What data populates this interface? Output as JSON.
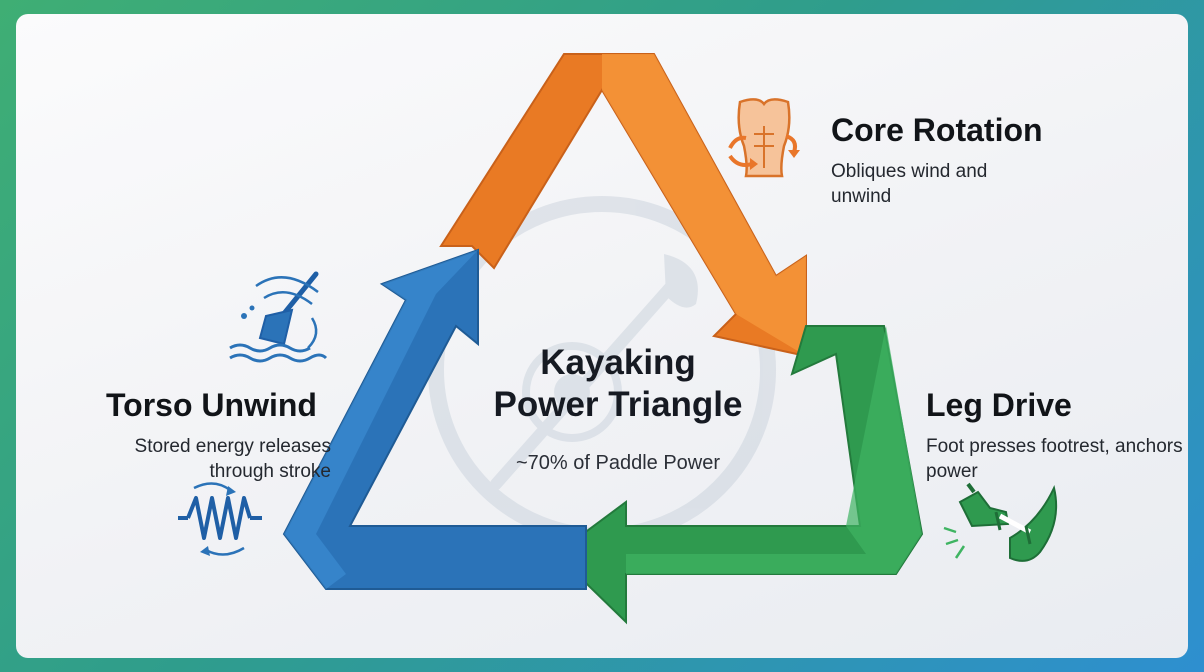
{
  "center": {
    "title_line1": "Kayaking",
    "title_line2": "Power Triangle",
    "subtitle": "~70% of Paddle Power"
  },
  "labels": {
    "core": {
      "title": "Core Rotation",
      "desc": "Obliques wind and unwind",
      "icon": "torso-rotation-icon",
      "color": "#ef8a2e"
    },
    "leg": {
      "title": "Leg Drive",
      "desc": "Foot presses footrest, anchors power",
      "icon": "foot-press-icon",
      "color": "#2f9a4f"
    },
    "torso": {
      "title": "Torso Unwind",
      "desc": "Stored energy releases through stroke",
      "icon": "paddle-splash-icon",
      "color": "#2b73b8"
    }
  },
  "colors": {
    "orange": "#ef8a2e",
    "green": "#2f9a4f",
    "blue": "#2b73b8"
  }
}
